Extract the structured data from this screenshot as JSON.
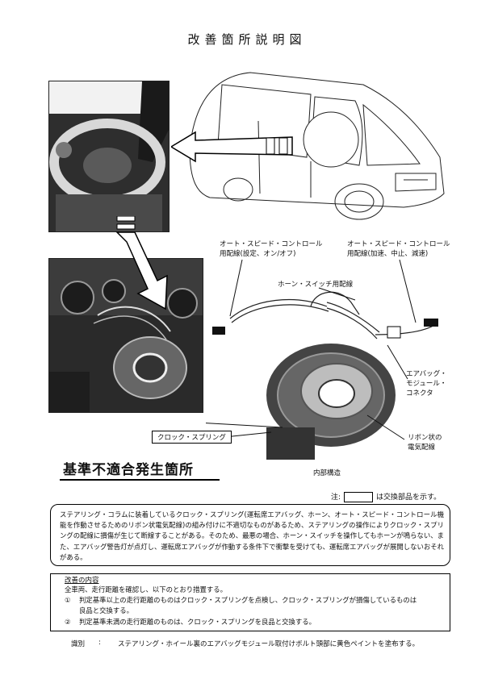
{
  "title": "改善箇所説明図",
  "labels": {
    "cruise_setting": [
      "オート・スピード・コントロール",
      "用配線(設定、オン/オフ)"
    ],
    "cruise_accel": [
      "オート・スピード・コントロール",
      "用配線(加速、中止、減速)"
    ],
    "horn_switch": "ホーン・スイッチ用配線",
    "airbag_connector": [
      "エアバッグ・",
      "モジュール・",
      "コネクタ"
    ],
    "clock_spring": "クロック・スプリング",
    "ribbon_cable": [
      "リボン状の",
      "電気配線"
    ],
    "internal_structure": "内部構造"
  },
  "heading": "基準不適合発生箇所",
  "note": {
    "prefix": "注:",
    "suffix": "は交換部品を示す。"
  },
  "description": "ステアリング・コラムに装着しているクロック・スプリング(運転席エアバッグ、ホーン、オート・スピード・コントロール機能を作動させるためのリボン状電気配線)の組み付けに不適切なものがあるため、ステアリングの操作によりクロック・スプリングの配線に損傷が生じて断線することがある。そのため、最悪の場合、ホーン・スイッチを操作してもホーンが鳴らない、また、エアバッグ警告灯が点灯し、運転席エアバッグが作動する条件下で衝撃を受けても、運転席エアバッグが展開しないおそれがある。",
  "improvement": {
    "title": "改善の内容",
    "intro": "全車両、走行距離を確認し、以下のとおり措置する。",
    "items": [
      {
        "mark": "①",
        "line1": "判定基準以上の走行距離のものはクロック・スプリングを点検し、クロック・スプリングが損傷しているものは",
        "line2": "良品と交換する。"
      },
      {
        "mark": "②",
        "line1": "判定基準未満の走行距離のものは、クロック・スプリングを良品と交換する。",
        "line2": ""
      }
    ]
  },
  "identification": {
    "label": "識別",
    "colon": ":",
    "text": "ステアリング・ホイール裏のエアバッグモジュール取付けボルト頭部に黄色ペイントを塗布する。"
  }
}
